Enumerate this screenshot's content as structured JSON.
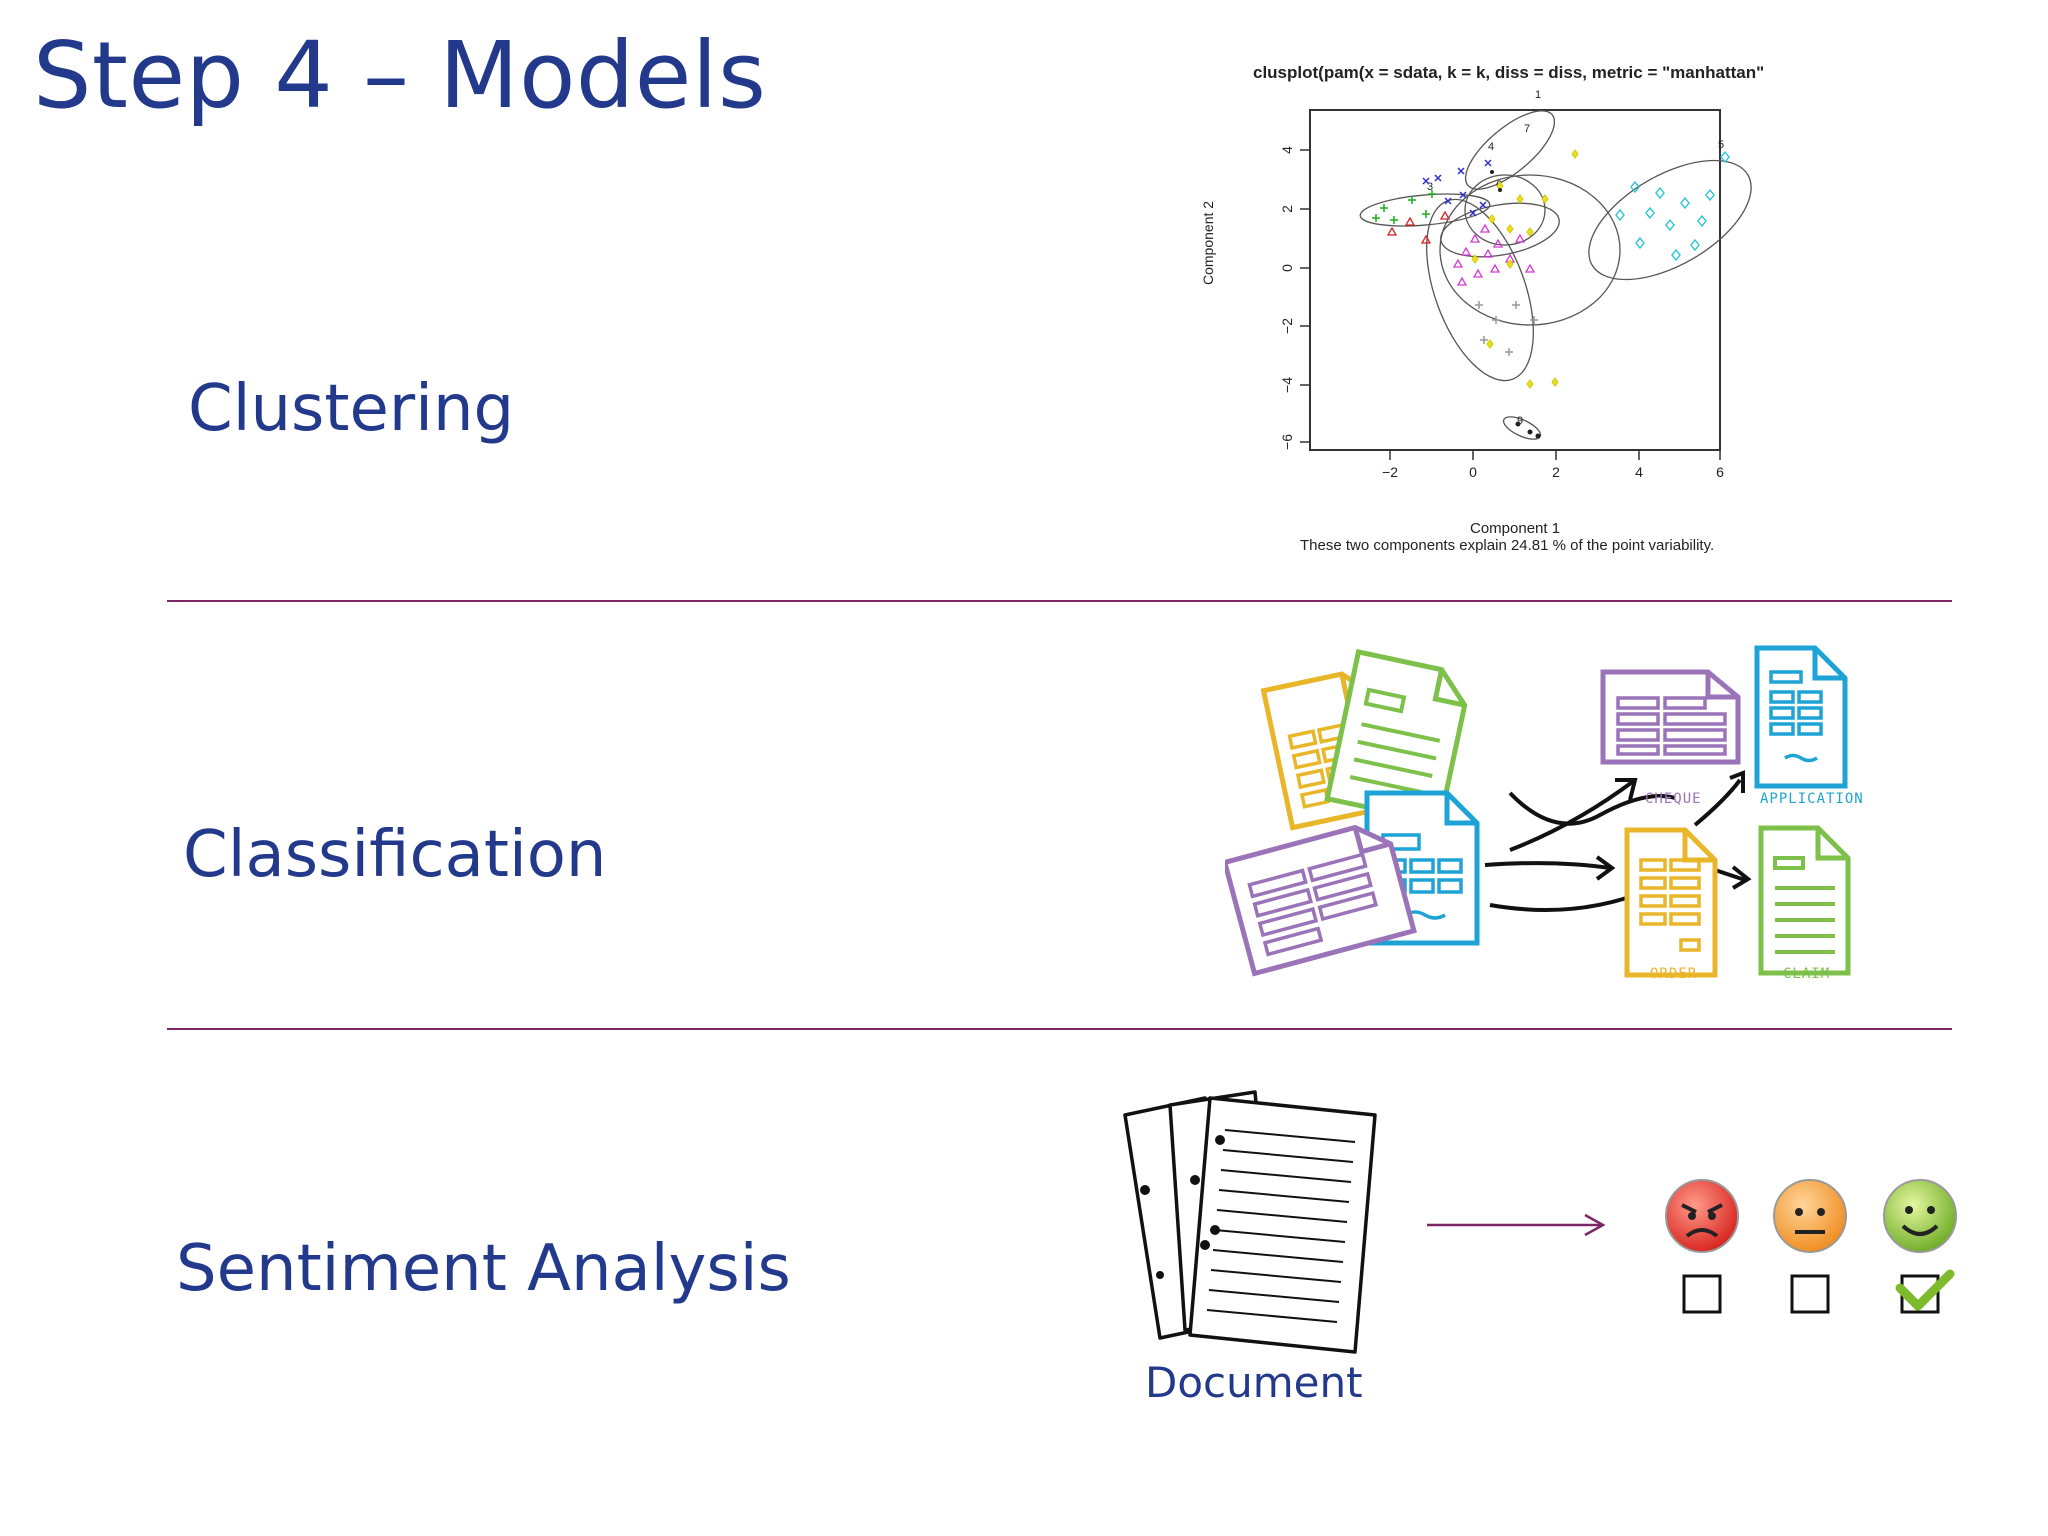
{
  "slide": {
    "title": "Step 4 – Models",
    "rows": [
      {
        "label": "Clustering"
      },
      {
        "label": "Classification"
      },
      {
        "label": "Sentiment Analysis"
      }
    ]
  },
  "clusplot": {
    "title": "clusplot(pam(x = sdata, k = k, diss = diss, metric = \"manhattan\"",
    "xlabel": "Component 1",
    "ylabel": "Component 2",
    "caption": "These two components explain 24.81 % of the point variability.",
    "x_ticks": [
      "−2",
      "0",
      "2",
      "4",
      "6"
    ],
    "y_ticks": [
      "4",
      "2",
      "0",
      "−2",
      "−4",
      "−6"
    ]
  },
  "classification": {
    "labels": {
      "cheque": "CHEQUE",
      "application": "APPLICATION",
      "order": "ORDER",
      "claim": "CLAIM"
    },
    "colors": {
      "yellow": "#e8b628",
      "green": "#7dc14a",
      "blue": "#1ea3d6",
      "purple": "#9a73b8"
    }
  },
  "sentiment": {
    "document_label": "Document",
    "faces": [
      {
        "name": "angry",
        "color": "#e53a2f",
        "checked": false
      },
      {
        "name": "neutral",
        "color": "#f3a53a",
        "checked": false
      },
      {
        "name": "happy",
        "color": "#8ec63f",
        "checked": true
      }
    ]
  }
}
